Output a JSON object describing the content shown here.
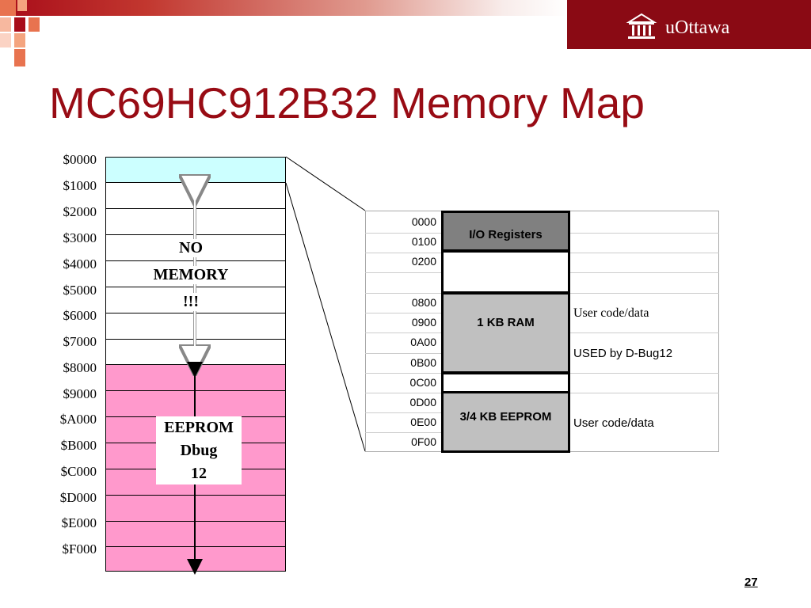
{
  "slide": {
    "title": "MC69HC912B32 Memory Map",
    "page_number": "27"
  },
  "logo": {
    "text": "uOttawa",
    "icon": "building-icon"
  },
  "colors": {
    "brand": "#8a0a14",
    "title": "#980b14",
    "free_area": "#ccffff",
    "eeprom_area": "#ff99cc",
    "detail_block": "#c0c0c0",
    "io_block": "#808080"
  },
  "memory_map": {
    "addresses": [
      "$0000",
      "$1000",
      "$2000",
      "$3000",
      "$4000",
      "$5000",
      "$6000",
      "$7000",
      "$8000",
      "$9000",
      "$A000",
      "$B000",
      "$C000",
      "$D000",
      "$E000",
      "$F000"
    ],
    "no_memory_lines": [
      "NO",
      "MEMORY",
      "!!!"
    ],
    "eeprom_lines": [
      "EEPROM",
      "Dbug",
      "12"
    ]
  },
  "detail_map": {
    "addresses": [
      "0000",
      "0100",
      "0200",
      "0800",
      "0900",
      "0A00",
      "0B00",
      "0C00",
      "0D00",
      "0E00",
      "0F00"
    ],
    "blocks": {
      "io": "I/O Registers",
      "ram": "1 KB RAM",
      "eeprom": "3/4 KB EEPROM"
    },
    "descriptions": {
      "ram_user": "User code/data",
      "dbug": "USED by D-Bug12",
      "eeprom_user": "User code/data"
    }
  }
}
